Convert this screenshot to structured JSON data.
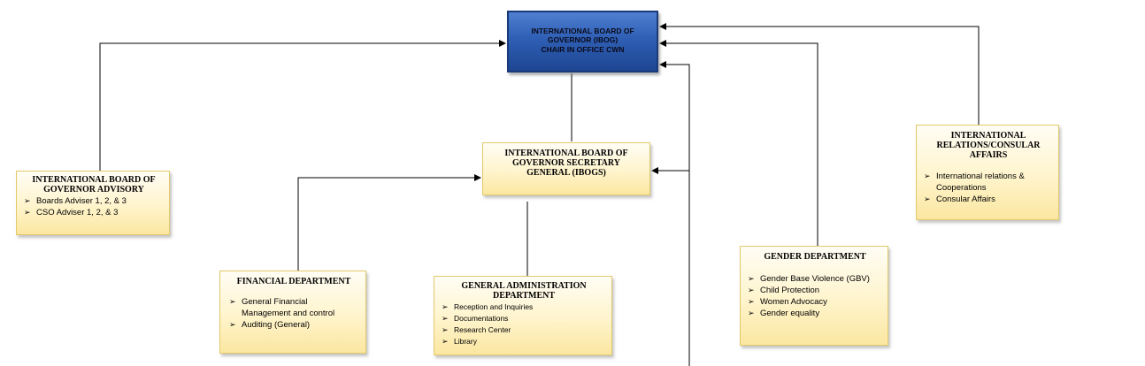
{
  "chair": {
    "title": "INTERNATIONAL BOARD OF\nGOVERNOR (IBOG)\nCHAIR IN OFFICE CWN"
  },
  "secretary": {
    "title": "INTERNATIONAL BOARD OF\nGOVERNOR SECRETARY\nGENERAL (IBOGS)"
  },
  "advisory": {
    "title": "INTERNATIONAL BOARD OF\nGOVERNOR ADVISORY",
    "items": [
      "Boards Adviser 1, 2, & 3",
      "CSO Adviser 1, 2, & 3"
    ]
  },
  "financial": {
    "title": "FINANCIAL DEPARTMENT",
    "items": [
      "General Financial Management and control",
      "Auditing (General)"
    ]
  },
  "admin": {
    "title": "GENERAL ADMINISTRATION\nDEPARTMENT",
    "items": [
      "Reception and Inquiries",
      "Documentations",
      "Research Center",
      "Library"
    ]
  },
  "gender": {
    "title": "GENDER DEPARTMENT",
    "items": [
      "Gender Base Violence (GBV)",
      "Child Protection",
      "Women Advocacy",
      "Gender equality"
    ]
  },
  "relations": {
    "title": "INTERNATIONAL\nRELATIONS/CONSULAR\nAFFAIRS",
    "items": [
      "International relations & Cooperations",
      "Consular Affairs"
    ]
  },
  "bullet_glyph": "➢"
}
